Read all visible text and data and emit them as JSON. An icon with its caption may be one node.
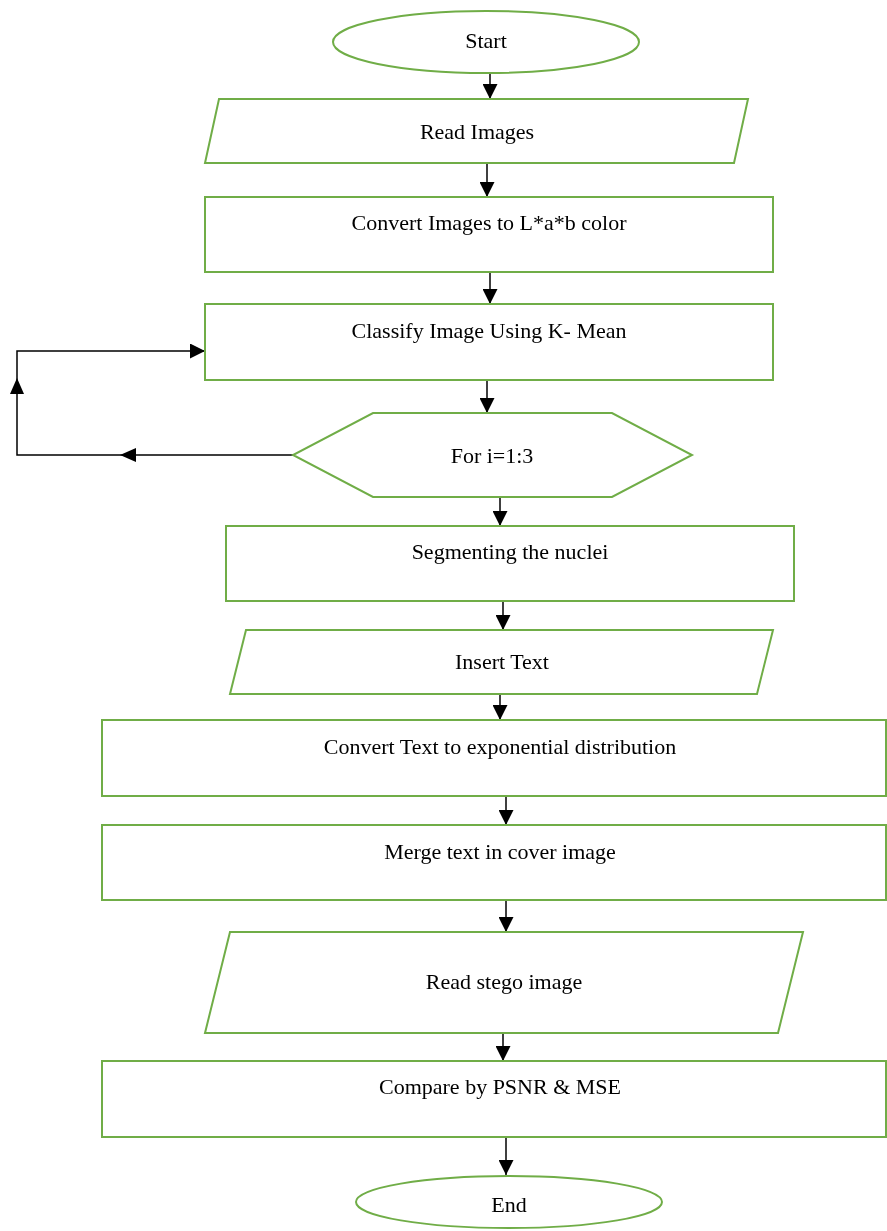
{
  "diagram": {
    "nodes": [
      {
        "text": [
          "Start"
        ]
      },
      {
        "text": [
          "Read Images"
        ]
      },
      {
        "text": [
          "Convert Images to  L*a*b color"
        ]
      },
      {
        "text": [
          "Classify Image Using K- Mean"
        ]
      },
      {
        "text": [
          "For i=1:3"
        ]
      },
      {
        "text": [
          "Segmenting the nuclei"
        ]
      },
      {
        "text": [
          "Insert Text"
        ]
      },
      {
        "text": [
          "Convert Text to exponential distribution"
        ]
      },
      {
        "text": [
          "Merge text in cover image"
        ]
      },
      {
        "text": [
          "Read stego image"
        ]
      },
      {
        "text": [
          "Compare by PSNR & MSE"
        ]
      },
      {
        "text": [
          "End"
        ]
      }
    ],
    "edges": [
      {
        "from": 0,
        "to": 1,
        "arrow": "to"
      },
      {
        "from": 1,
        "to": 2,
        "arrow": "to"
      },
      {
        "from": 2,
        "to": 3,
        "arrow": "to"
      },
      {
        "from": 3,
        "to": 4,
        "arrow": "to"
      },
      {
        "from": 4,
        "to": 3,
        "arrow": "to"
      },
      {
        "from": 4,
        "to": 5,
        "arrow": "to"
      },
      {
        "from": 5,
        "to": 6,
        "arrow": "to"
      },
      {
        "from": 6,
        "to": 7,
        "arrow": "to"
      },
      {
        "from": 7,
        "to": 8,
        "arrow": "to"
      },
      {
        "from": 8,
        "to": 9,
        "arrow": "to"
      },
      {
        "from": 9,
        "to": 10,
        "arrow": "to"
      },
      {
        "from": 10,
        "to": 11,
        "arrow": "to"
      }
    ]
  }
}
